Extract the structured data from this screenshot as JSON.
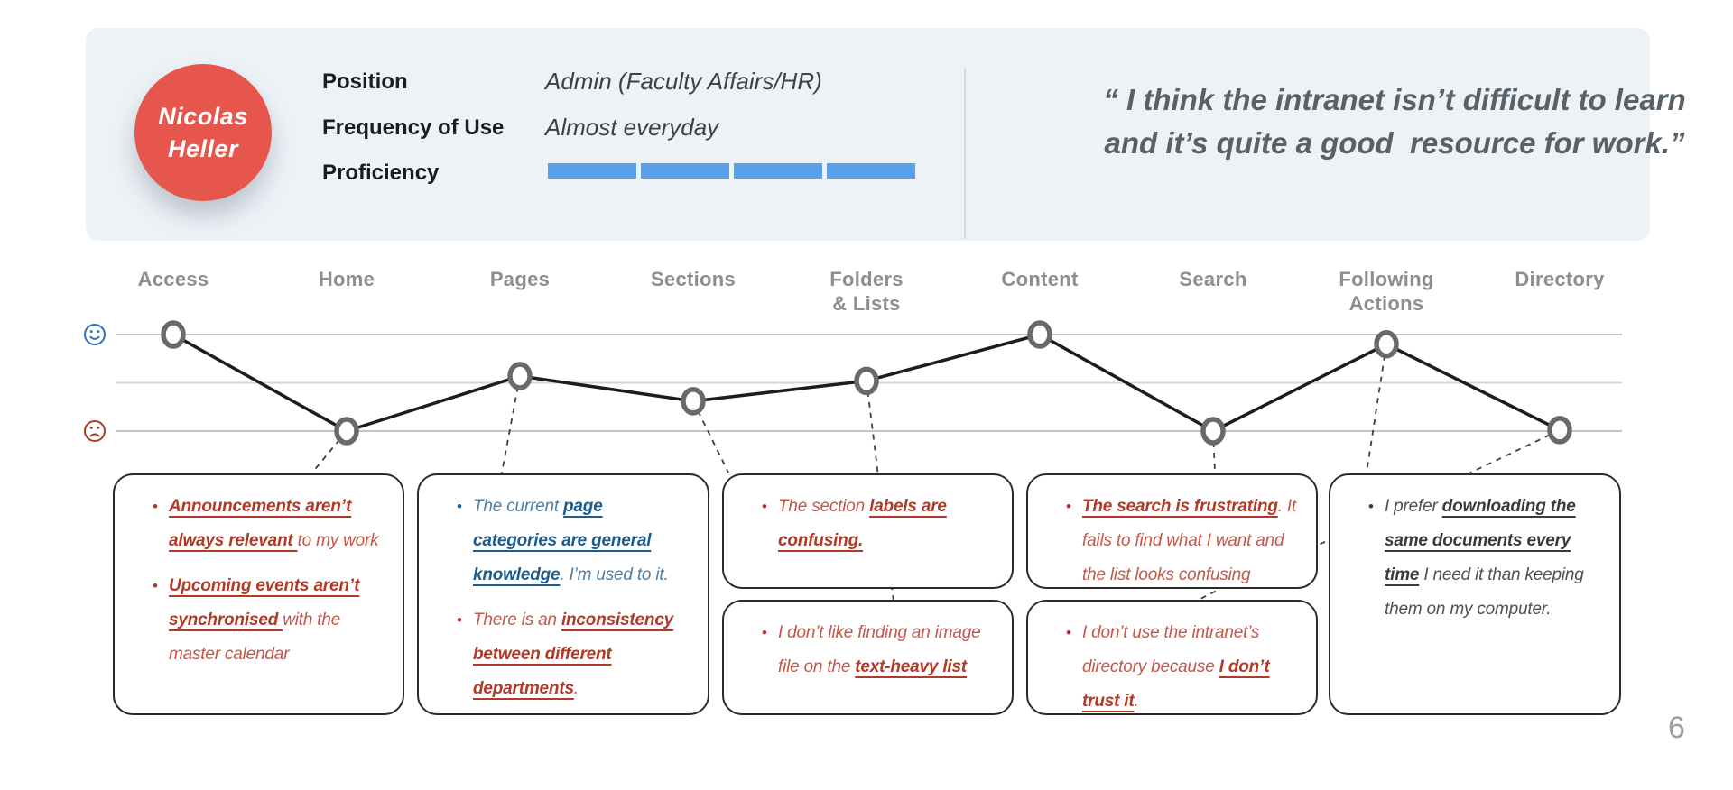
{
  "persona": {
    "name_line1": "Nicolas",
    "name_line2": "Heller",
    "fields": [
      {
        "label": "Position",
        "value": "Admin (Faculty Affairs/HR)"
      },
      {
        "label": "Frequency of Use",
        "value": "Almost everyday"
      },
      {
        "label": "Proficiency",
        "value": ""
      }
    ],
    "proficiency_segments": 4,
    "quote_line1": "“ I think the intranet isn’t difficult to learn",
    "quote_line2": "and it’s quite a good  resource for work.”"
  },
  "chart_data": {
    "type": "line",
    "categories": [
      "Access",
      "Home",
      "Pages",
      "Sections",
      "Folders & Lists",
      "Content",
      "Search",
      "Following Actions",
      "Directory"
    ],
    "category_label_lines": [
      [
        "Access"
      ],
      [
        "Home"
      ],
      [
        "Pages"
      ],
      [
        "Sections"
      ],
      [
        "Folders",
        "& Lists"
      ],
      [
        "Content"
      ],
      [
        "Search"
      ],
      [
        "Following",
        "Actions"
      ],
      [
        "Directory"
      ]
    ],
    "values": [
      10,
      0,
      5.7,
      3.1,
      5.2,
      10,
      0,
      9,
      0.1
    ],
    "ylim": [
      0,
      10
    ],
    "y_axis_icons": {
      "top": "happy-face",
      "bottom": "sad-face"
    },
    "title": "",
    "xlabel": "",
    "ylabel": "",
    "grid": "3 horizontal sentiment lines",
    "legend": "none"
  },
  "boxes": [
    {
      "items": [
        {
          "theme": "red",
          "lines": [
            [
              {
                "t": "Announcements aren’t",
                "s": "strong"
              }
            ],
            [
              {
                "t": "always relevant ",
                "s": "strong"
              },
              {
                "t": "to my work",
                "s": "plain"
              }
            ]
          ]
        },
        {
          "theme": "red",
          "lines": [
            [
              {
                "t": "Upcoming events aren’t",
                "s": "strong"
              }
            ],
            [
              {
                "t": "synchronised ",
                "s": "strong"
              },
              {
                "t": "with the",
                "s": "plain"
              }
            ],
            [
              {
                "t": "master calendar",
                "s": "plain"
              }
            ]
          ]
        }
      ]
    },
    {
      "items": [
        {
          "theme": "blue",
          "lines": [
            [
              {
                "t": "The current ",
                "s": "plain"
              },
              {
                "t": "page",
                "s": "strong"
              }
            ],
            [
              {
                "t": "categories are general",
                "s": "strong"
              }
            ],
            [
              {
                "t": "knowledge",
                "s": "strong"
              },
              {
                "t": ". I’m used to it.",
                "s": "plain"
              }
            ]
          ]
        },
        {
          "theme": "red",
          "lines": [
            [
              {
                "t": "There is an ",
                "s": "plain"
              },
              {
                "t": "inconsistency",
                "s": "strong"
              }
            ],
            [
              {
                "t": "between different",
                "s": "strong"
              }
            ],
            [
              {
                "t": "departments",
                "s": "strong"
              },
              {
                "t": ".",
                "s": "plain"
              }
            ]
          ]
        }
      ]
    },
    {
      "items": [
        {
          "theme": "red",
          "lines": [
            [
              {
                "t": "The section ",
                "s": "plain"
              },
              {
                "t": "labels are",
                "s": "strong"
              }
            ],
            [
              {
                "t": "confusing.",
                "s": "strong"
              }
            ]
          ]
        }
      ]
    },
    {
      "items": [
        {
          "theme": "red",
          "lines": [
            [
              {
                "t": "I don’t like finding an image",
                "s": "plain"
              }
            ],
            [
              {
                "t": "file on the ",
                "s": "plain"
              },
              {
                "t": "text-heavy list",
                "s": "strong"
              }
            ]
          ]
        }
      ]
    },
    {
      "items": [
        {
          "theme": "red",
          "lines": [
            [
              {
                "t": "The search is frustrating",
                "s": "strong"
              },
              {
                "t": ". It",
                "s": "plain"
              }
            ],
            [
              {
                "t": "fails to find what I want and",
                "s": "plain"
              }
            ],
            [
              {
                "t": "the list looks confusing",
                "s": "plain"
              }
            ]
          ]
        }
      ]
    },
    {
      "items": [
        {
          "theme": "red",
          "lines": [
            [
              {
                "t": "I don’t use the intranet’s",
                "s": "plain"
              }
            ],
            [
              {
                "t": "directory because ",
                "s": "plain"
              },
              {
                "t": "I don’t",
                "s": "strong"
              }
            ],
            [
              {
                "t": "trust it",
                "s": "strong"
              },
              {
                "t": ".",
                "s": "plain"
              }
            ]
          ]
        }
      ]
    },
    {
      "items": [
        {
          "theme": "gray",
          "lines": [
            [
              {
                "t": "I prefer ",
                "s": "plain"
              },
              {
                "t": "downloading the",
                "s": "strong"
              }
            ],
            [
              {
                "t": "same documents every",
                "s": "strong"
              }
            ],
            [
              {
                "t": "time",
                "s": "strong"
              },
              {
                "t": " I need it than keeping",
                "s": "plain"
              }
            ],
            [
              {
                "t": "them on my computer.",
                "s": "plain"
              }
            ]
          ]
        }
      ]
    }
  ],
  "page_number": "6",
  "colors": {
    "header_bg": "#edf2f7",
    "avatar_red": "#e7564d",
    "proficiency_blue": "#58a0e8",
    "quote_text": "#586167",
    "field_label": "#1c1c1c",
    "field_value": "#3c4247",
    "stage_label": "#8e8e8e",
    "line_dark": "#1d1d1d",
    "node_stroke": "#696969",
    "connector_gray": "#3f3f3f",
    "box_border": "#2b2b2b",
    "happy_blue": "#2e74b5",
    "sad_red": "#ae3a28",
    "red_strong": "#b03927",
    "red_plain": "#c4564a",
    "blue_strong": "#1d5c8c",
    "blue_plain": "#4d7ea6",
    "gray_strong": "#3a3a3a",
    "gray_plain": "#505050",
    "page_number_gray": "#9e9e9e"
  }
}
